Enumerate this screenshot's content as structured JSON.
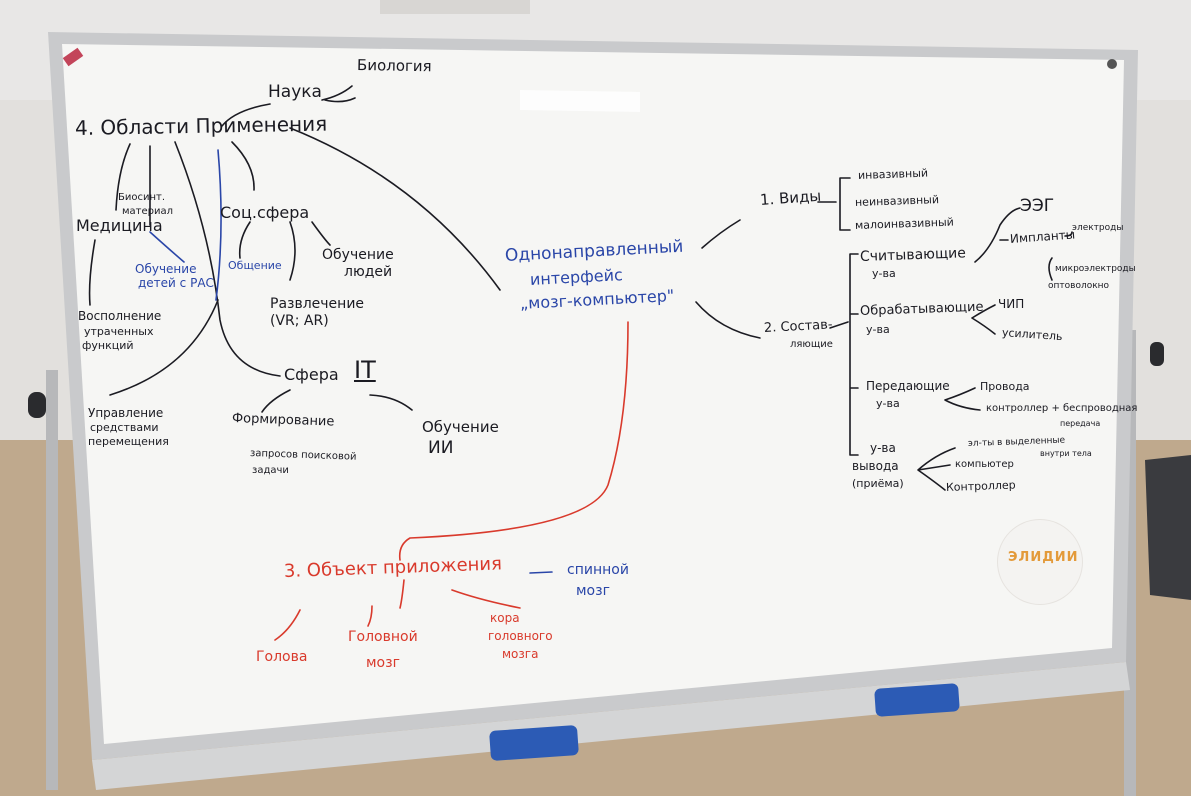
{
  "board": {
    "title_node": "4. Области Применения",
    "science": "Наука",
    "biology": "Биология",
    "medicine": "Медицина",
    "biosynth": [
      "Биосинт.",
      "материал"
    ],
    "teaching_pac": [
      "Обучение",
      "детей с РАС"
    ],
    "restore": [
      "Восполнение",
      "утраченных",
      "функций"
    ],
    "control": [
      "Управление",
      "средствами",
      "перемещения"
    ],
    "social": "Соц.сфера",
    "communication": "Общение",
    "teaching_people": [
      "Обучение",
      "людей"
    ],
    "entertainment": [
      "Развлечение",
      "(VR; AR)"
    ],
    "it_sphere": [
      "Сфера",
      "IT"
    ],
    "forming": [
      "Формирование",
      "запросов поисковой",
      "задачи"
    ],
    "teaching_ai": [
      "Обучение",
      "ИИ"
    ],
    "center": [
      "Однонаправленный",
      "интерфейс",
      "„мозг-компьютер\""
    ],
    "types": "1. Виды",
    "type_items": [
      "инвазивный",
      "неинвазивный",
      "малоинвазивный"
    ],
    "composition": [
      "2. Состав-",
      "ляющие"
    ],
    "reading": [
      "Считывающие",
      "у-ва"
    ],
    "eeg": "ЭЭГ",
    "implant": "Импланты",
    "electrodes": "электроды",
    "micro": [
      "микроэлектроды",
      "оптоволокно"
    ],
    "processing": [
      "Обрабатывающие",
      "у-ва"
    ],
    "chip": "ЧИП",
    "amplifier": "усилитель",
    "transmit": [
      "Передающие",
      "у-ва"
    ],
    "wires": "Провода",
    "controller_wireless": [
      "контроллер + беспроводная",
      "передача"
    ],
    "output": [
      "у-ва",
      "вывода",
      "(приёма)"
    ],
    "el_output": [
      "эл-ты в выделенные",
      "внутри тела"
    ],
    "computer": "компьютер",
    "controller": "Контроллер",
    "object": "3. Объект приложения",
    "spinal": [
      "спинной",
      "мозг"
    ],
    "head": "Голова",
    "brain": [
      "Головной",
      "мозг"
    ],
    "cortex": [
      "кора",
      "головного",
      "мозга"
    ],
    "logo": "ЭЛИДИИ"
  }
}
